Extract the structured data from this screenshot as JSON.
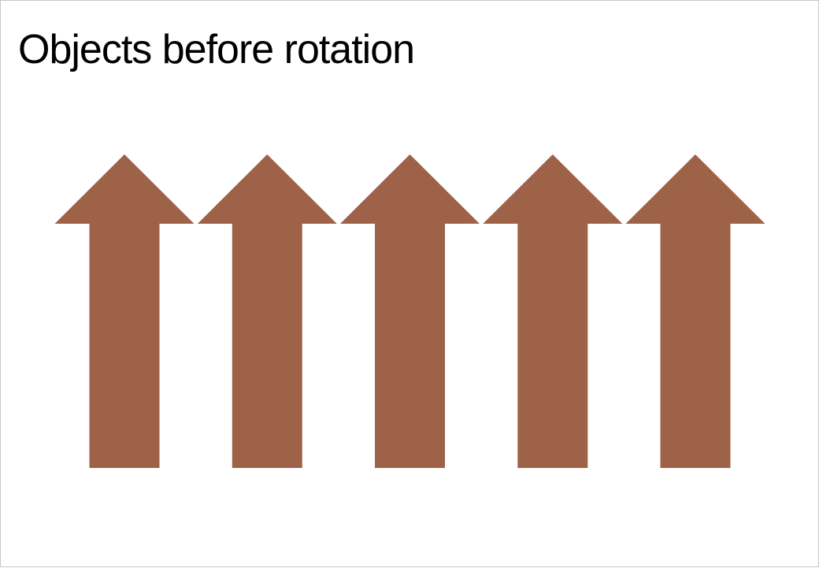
{
  "slide": {
    "title": "Objects before rotation"
  },
  "arrows": {
    "count": 5,
    "direction": "up",
    "color": "#9E6249"
  }
}
